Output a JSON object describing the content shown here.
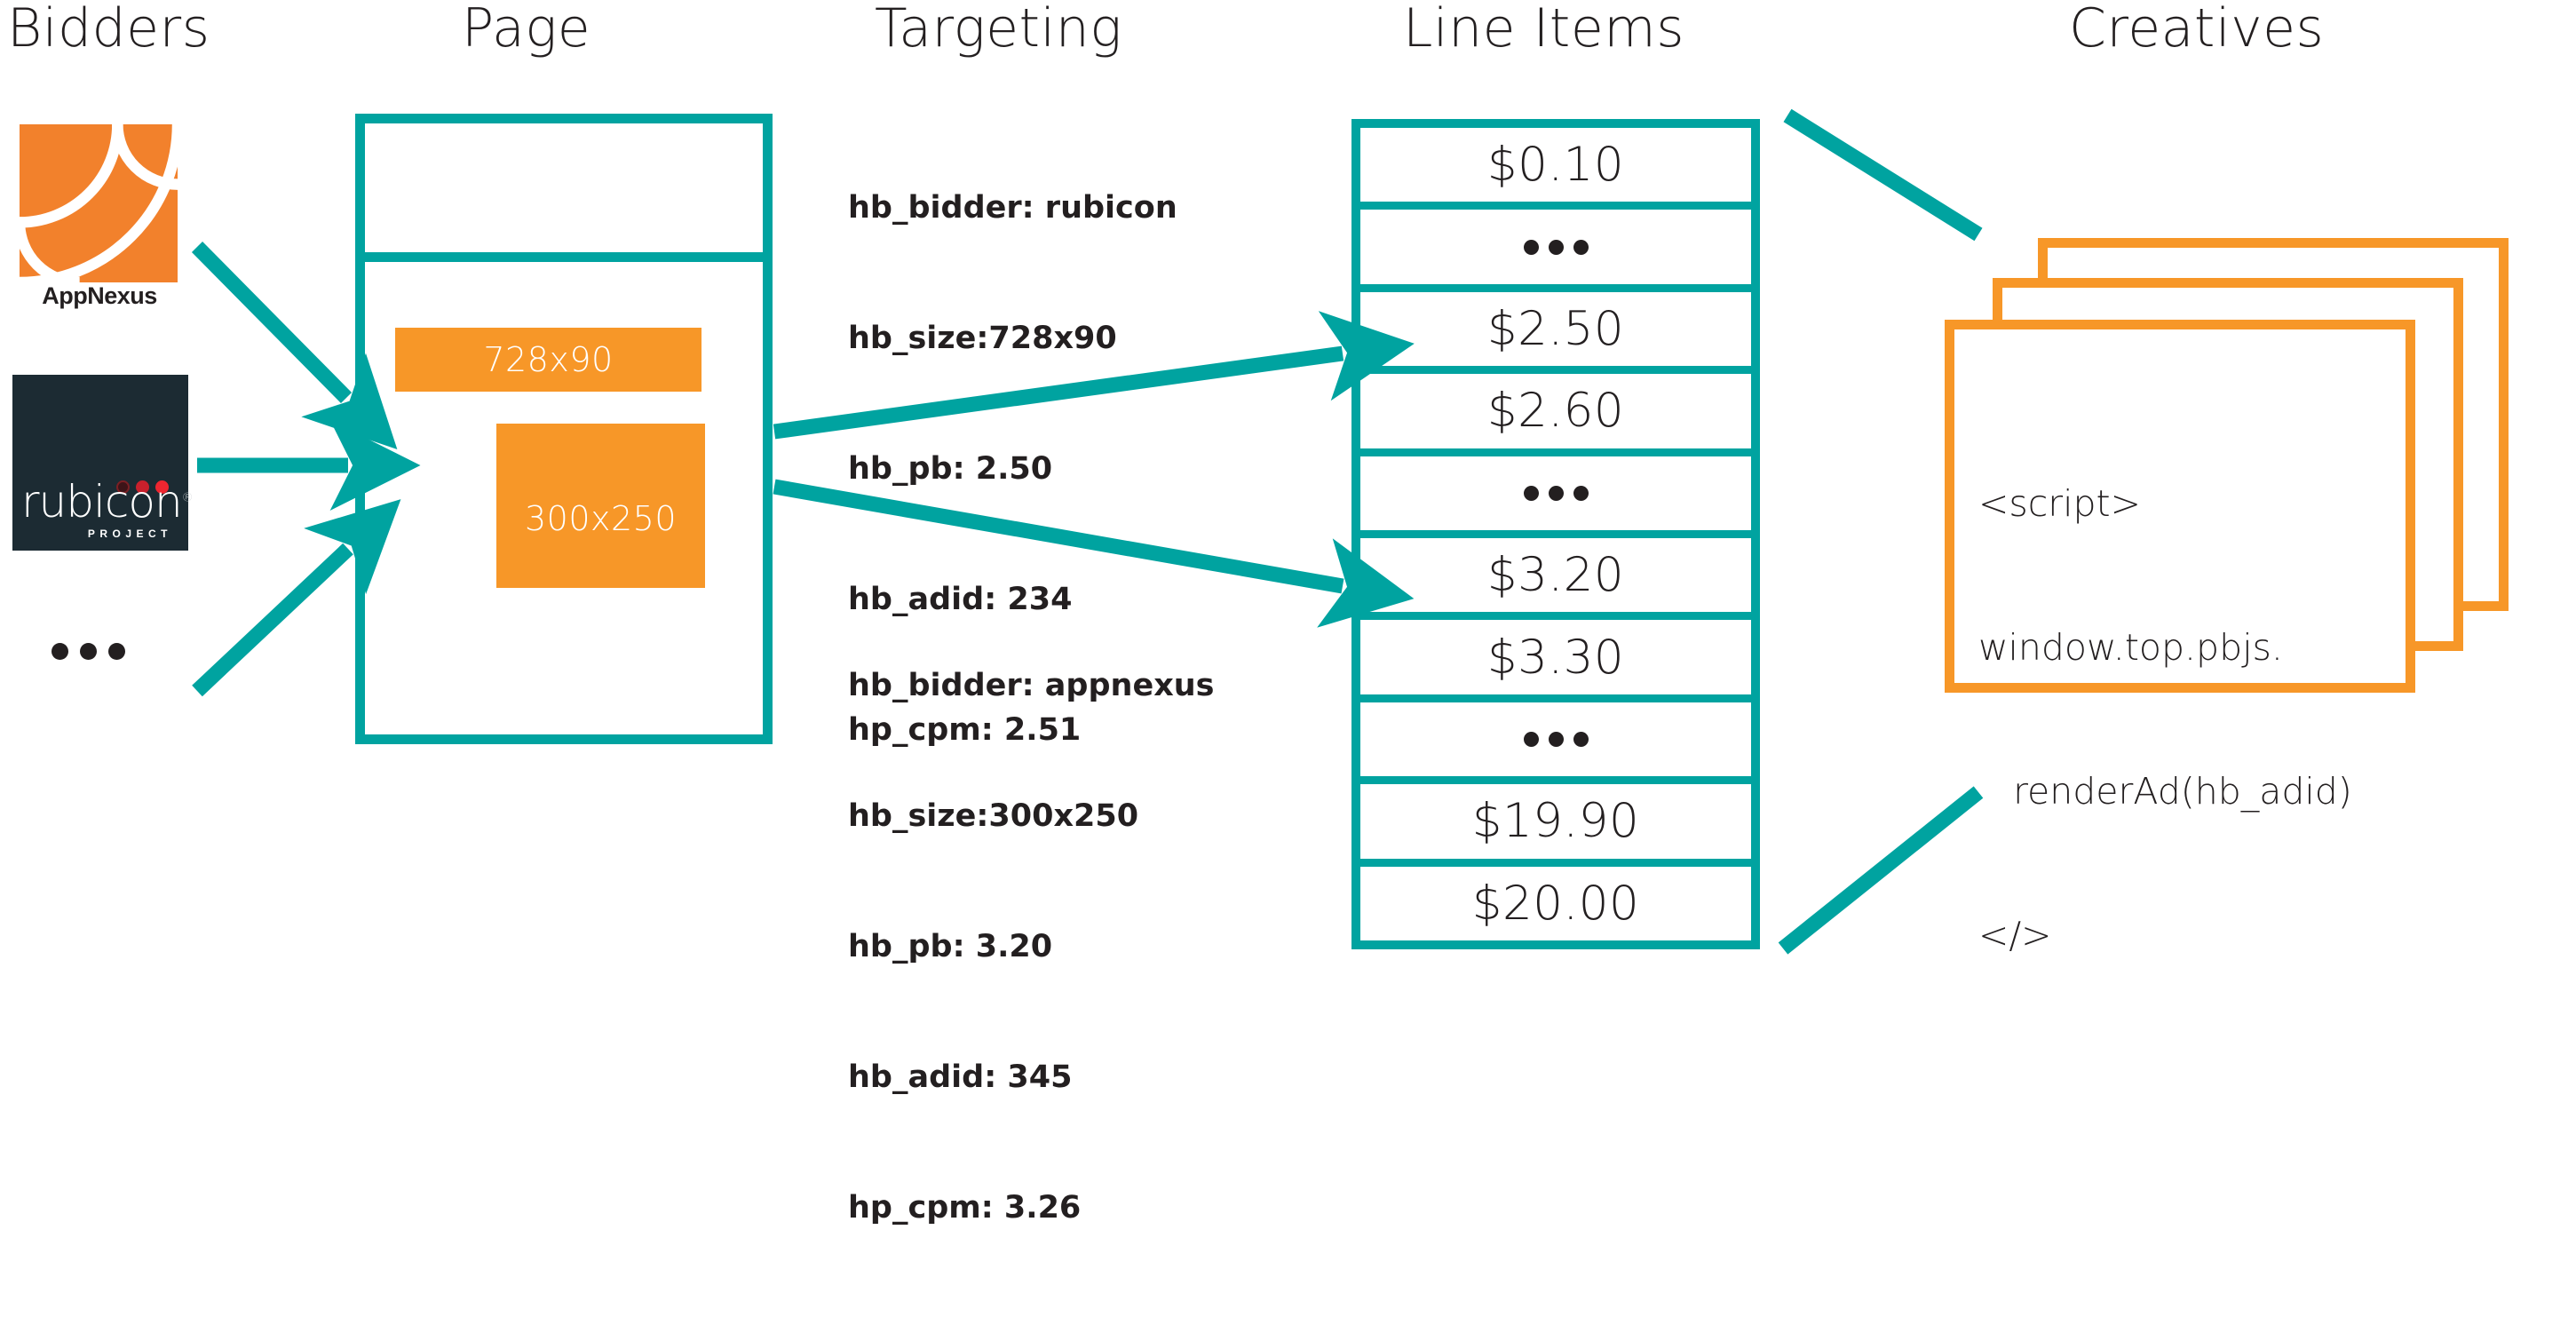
{
  "columns": {
    "bidders": "Bidders",
    "page": "Page",
    "targeting": "Targeting",
    "line_items": "Line Items",
    "creatives": "Creatives"
  },
  "colors": {
    "teal": "#00a3a0",
    "orange": "#f79728",
    "dark": "#231f20",
    "rubicon_bg": "#1c2b33",
    "rubicon_red": "#ee2630"
  },
  "bidders": {
    "items": [
      {
        "name": "appnexus",
        "label": "AppNexus",
        "logo": "appnexus-logo"
      },
      {
        "name": "rubicon",
        "wordmark": "rubicon",
        "registered": "®",
        "subtitle": "PROJECT",
        "logo": "rubicon-project-logo"
      },
      {
        "name": "more",
        "label": "•••"
      }
    ]
  },
  "page": {
    "ad_slots": [
      {
        "id": "728x90",
        "label": "728x90"
      },
      {
        "id": "300x250",
        "label": "300x250"
      }
    ]
  },
  "targeting": {
    "blocks": [
      {
        "id": "targeting-rubicon",
        "lines": [
          "hb_bidder: rubicon",
          "hb_size:728x90",
          "hb_pb: 2.50",
          "hb_adid: 234",
          "hp_cpm: 2.51"
        ]
      },
      {
        "id": "targeting-appnexus",
        "lines": [
          "hb_bidder: appnexus",
          "hb_size:300x250",
          "hb_pb: 3.20",
          "hb_adid: 345",
          "hp_cpm: 3.26"
        ]
      }
    ]
  },
  "line_items": {
    "rows": [
      {
        "type": "price",
        "label": "$0.10"
      },
      {
        "type": "ellipsis",
        "label": "•••"
      },
      {
        "type": "price",
        "label": "$2.50"
      },
      {
        "type": "price",
        "label": "$2.60"
      },
      {
        "type": "ellipsis",
        "label": "•••"
      },
      {
        "type": "price",
        "label": "$3.20"
      },
      {
        "type": "price",
        "label": "$3.30"
      },
      {
        "type": "ellipsis",
        "label": "•••"
      },
      {
        "type": "price",
        "label": "$19.90"
      },
      {
        "type": "price",
        "label": "$20.00"
      }
    ]
  },
  "creatives": {
    "card_count": 3,
    "code_lines": [
      "<script>",
      "window.top.pbjs.",
      "   renderAd(hb_adid)",
      "</>"
    ]
  }
}
